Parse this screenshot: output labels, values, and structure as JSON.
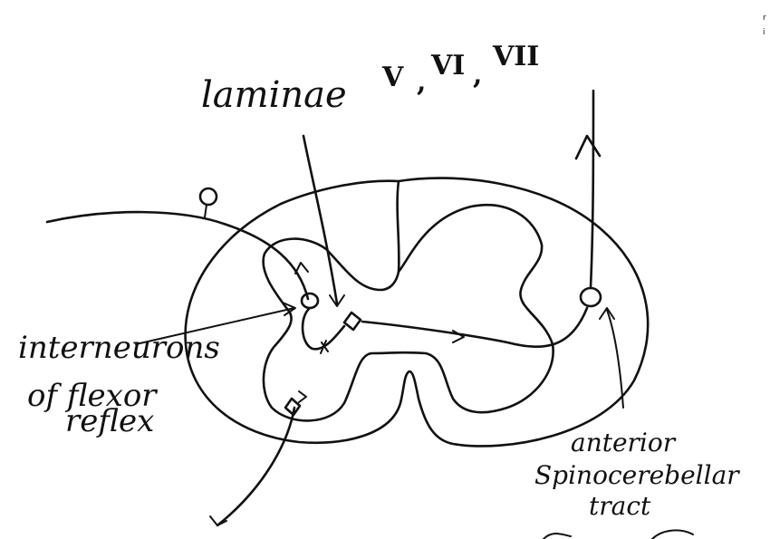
{
  "labels": {
    "laminae": "laminae",
    "lamina_v": "V",
    "lamina_vi": "VI",
    "lamina_vii": "VII",
    "interneurons_line1": "interneurons",
    "interneurons_line2": "of flexor",
    "interneurons_line3": "reflex",
    "anterior": "anterior",
    "spinocerebellar": "Spinocerebellar",
    "tract": "tract",
    "corner_mark_1": "r",
    "corner_mark_2": "i"
  }
}
